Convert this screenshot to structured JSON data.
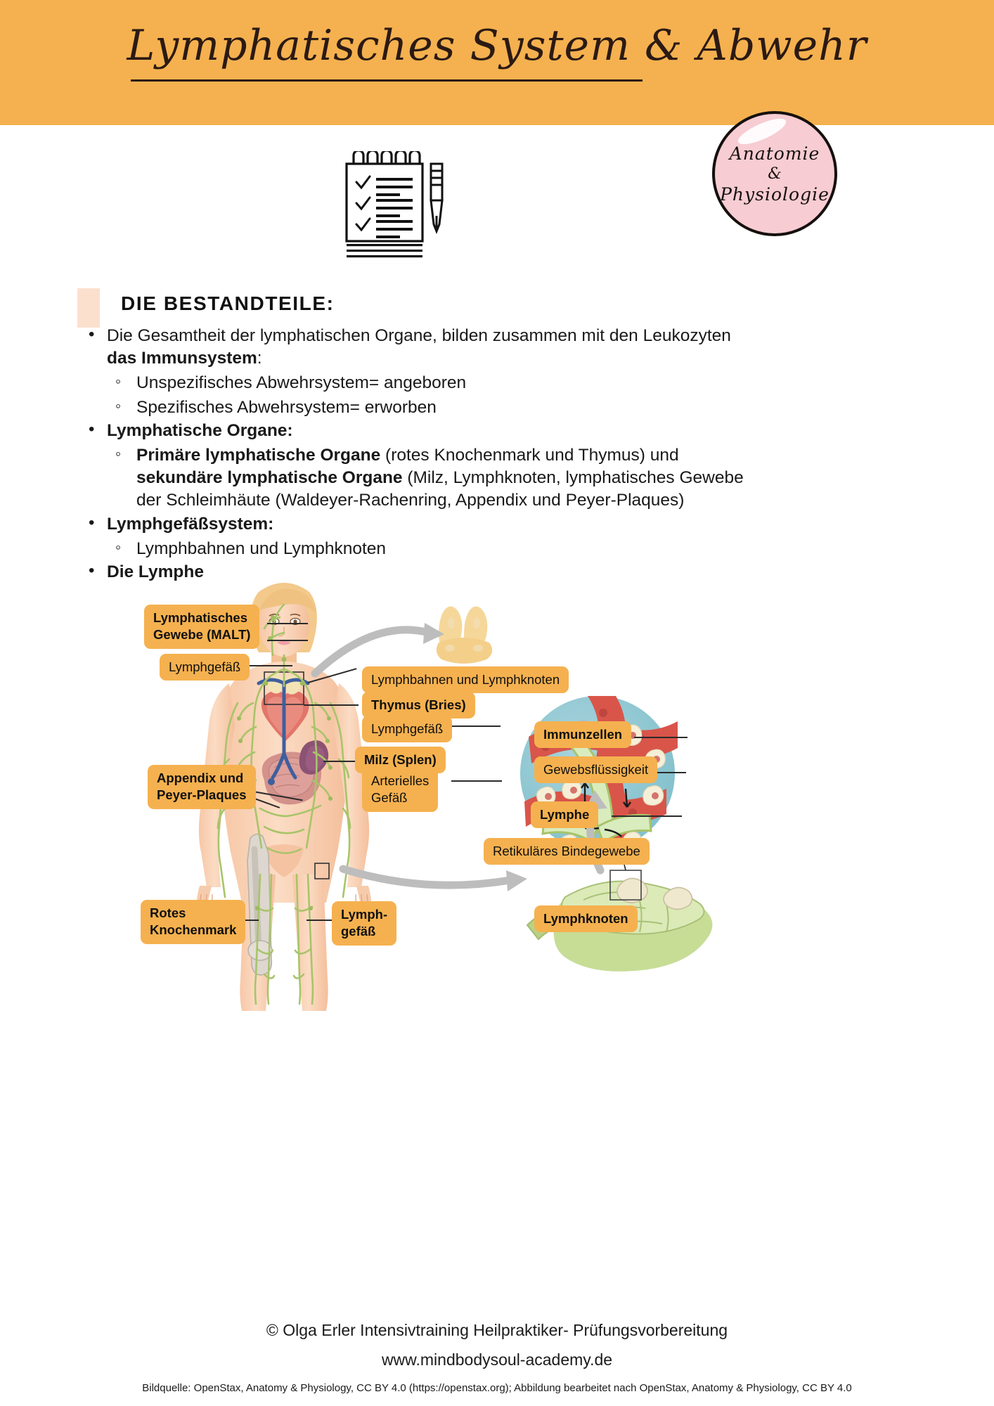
{
  "header": {
    "title": "Lymphatisches System & Abwehr",
    "accent_color": "#f5b14f"
  },
  "badge": {
    "line1": "Anatomie",
    "amp": "&",
    "line2": "Physiologie",
    "fill_color": "#f7ccd2"
  },
  "icons": {
    "notepad": "notepad-checklist-icon",
    "pen": "fountain-pen-icon"
  },
  "section": {
    "swatch_color": "#fbe0cd",
    "title": "DIE BESTANDTEILE:"
  },
  "content": {
    "b1_text_a": "Die Gesamtheit der lymphatischen Organe, bilden zusammen mit den Leukozyten ",
    "b1_bold": "das Immunsystem",
    "b1_text_b": ":",
    "b1_sub1": "Unspezifisches Abwehrsystem= angeboren",
    "b1_sub2": "Spezifisches Abwehrsystem= erworben",
    "b2_bold": "Lymphatische Organe:",
    "b2_sub1_bold_a": "Primäre lymphatische Organe",
    "b2_sub1_plain_a": " (rotes Knochenmark und Thymus) und ",
    "b2_sub1_bold_b": "sekundäre lymphatische Organe",
    "b2_sub1_plain_b": " (Milz, Lymphknoten, lymphatisches Gewebe der Schleimhäute (Waldeyer-Rachenring, Appendix und Peyer-Plaques)",
    "b3_bold": "Lymphgefäßsystem:",
    "b3_sub1": "Lymphbahnen und Lymphknoten",
    "b4_bold": "Die Lymphe"
  },
  "diagram": {
    "pill_color": "#f5b14f",
    "labels": [
      {
        "id": "malt",
        "text": "Lymphatisches\nGewebe (MALT)",
        "bold": true
      },
      {
        "id": "lymphgefaess1",
        "text": "Lymphgefäß",
        "bold": false
      },
      {
        "id": "lymphbahnen",
        "text": "Lymphbahnen und Lymphknoten",
        "bold": false
      },
      {
        "id": "thymus",
        "text": "Thymus (Bries)",
        "bold": true
      },
      {
        "id": "lymphgefaess2",
        "text": "Lymphgefäß",
        "bold": false
      },
      {
        "id": "milz",
        "text": "Milz (Splen)",
        "bold": true
      },
      {
        "id": "arteriell",
        "text": "Arterielles\nGefäß",
        "bold": false
      },
      {
        "id": "immunzellen",
        "text": "Immunzellen",
        "bold": true
      },
      {
        "id": "gewebsfl",
        "text": "Gewebsflüssigkeit",
        "bold": false
      },
      {
        "id": "lymphe",
        "text": "Lymphe",
        "bold": true
      },
      {
        "id": "appendix",
        "text": "Appendix und\nPeyer-Plaques",
        "bold": true
      },
      {
        "id": "retikulaer",
        "text": "Retikuläres Bindegewebe",
        "bold": false
      },
      {
        "id": "knochenmark",
        "text": "Rotes\nKnochenmark",
        "bold": true
      },
      {
        "id": "lymphgefaess3",
        "text": "Lymph-\ngefäß",
        "bold": true
      },
      {
        "id": "lymphknoten",
        "text": "Lymphknoten",
        "bold": true
      }
    ]
  },
  "footer": {
    "line1": "© Olga Erler Intensivtraining Heilpraktiker- Prüfungsvorbereitung",
    "line2": "www.mindbodysoul-academy.de",
    "source": "Bildquelle: OpenStax, Anatomy & Physiology, CC BY 4.0 (https://openstax.org); Abbildung bearbeitet nach OpenStax, Anatomy & Physiology, CC BY 4.0"
  }
}
